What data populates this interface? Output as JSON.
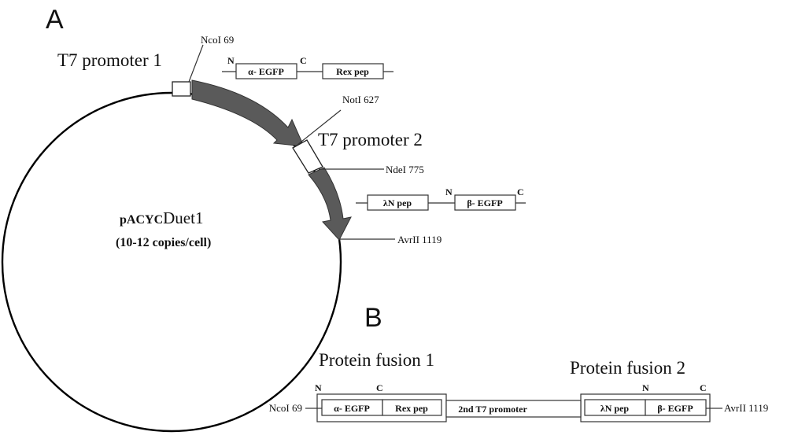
{
  "panel_labels": {
    "a": "A",
    "b": "B"
  },
  "panel_a": {
    "plasmid": {
      "name_prefix": "pACYC",
      "name_suffix": "Duet1",
      "copies": "(10-12 copies/cell)"
    },
    "promoters": {
      "p1": "T7 promoter 1",
      "p2": "T7 promoter 2"
    },
    "sites": {
      "ncoi": "NcoI 69",
      "noti": "NotI 627",
      "ndei": "NdeI 775",
      "avrii": "AvrII 1119"
    },
    "construct1": {
      "n": "N",
      "c": "C",
      "box1": "α- EGFP",
      "box2": "Rex pep"
    },
    "construct2": {
      "n": "N",
      "c": "C",
      "box1": "λN pep",
      "box2": "β- EGFP"
    }
  },
  "panel_b": {
    "fusion1": "Protein fusion 1",
    "fusion2": "Protein fusion 2",
    "left_site": "NcoI 69",
    "right_site": "AvrII 1119",
    "n1": "N",
    "c1": "C",
    "n2": "N",
    "c2": "C",
    "boxes": [
      "α- EGFP",
      "Rex pep",
      "2nd T7 promoter",
      "λN pep",
      "β- EGFP"
    ]
  },
  "colors": {
    "arrow_fill": "#5a5a5a",
    "line": "#333333"
  }
}
